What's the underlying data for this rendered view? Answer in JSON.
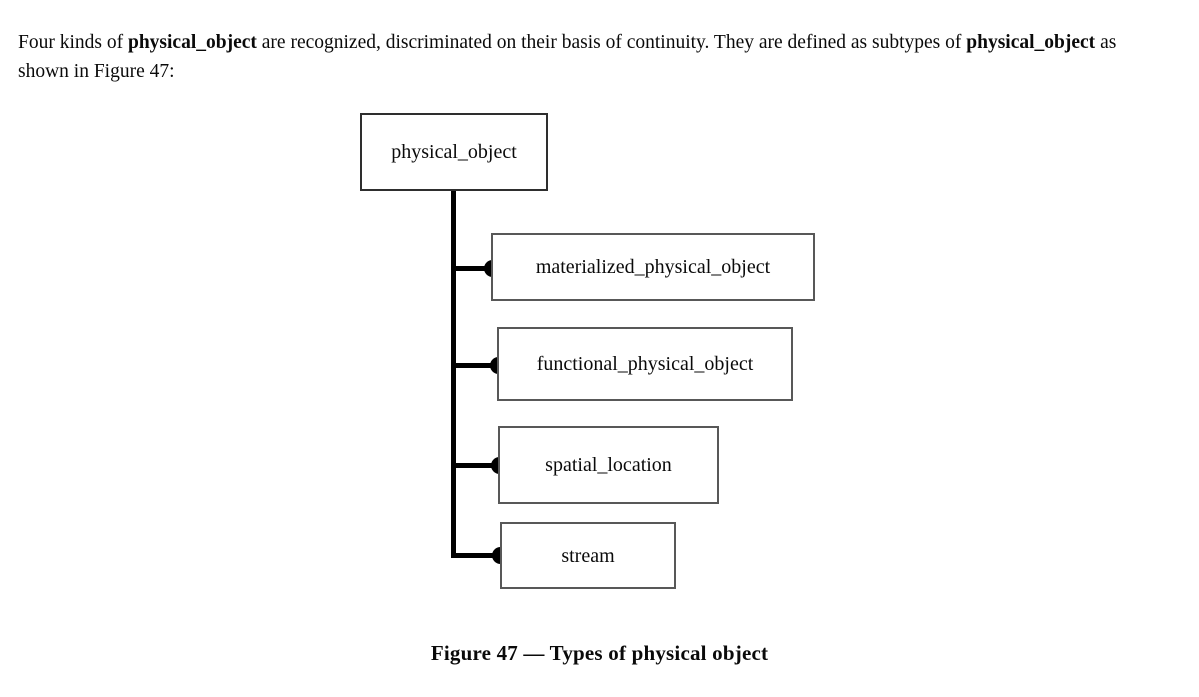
{
  "body_text": {
    "line1_part1": "Four kinds of ",
    "line1_bold1": "physical_object",
    "line1_part2": " are recognized, discriminated on their basis of continuity. They are defined as subtypes of ",
    "line1_bold2": "physical_object",
    "line1_part3": " as shown in Figure 47:"
  },
  "diagram": {
    "root": {
      "label": "physical_object"
    },
    "subtypes": [
      {
        "label": "materialized_physical_object"
      },
      {
        "label": "functional_physical_object"
      },
      {
        "label": "spatial_location"
      },
      {
        "label": "stream"
      }
    ],
    "connector_color": "#000000",
    "root_border_color": "#2e2e2e",
    "subtype_border_color": "#585858"
  },
  "caption": {
    "text": "Figure 47 — Types of physical object"
  }
}
